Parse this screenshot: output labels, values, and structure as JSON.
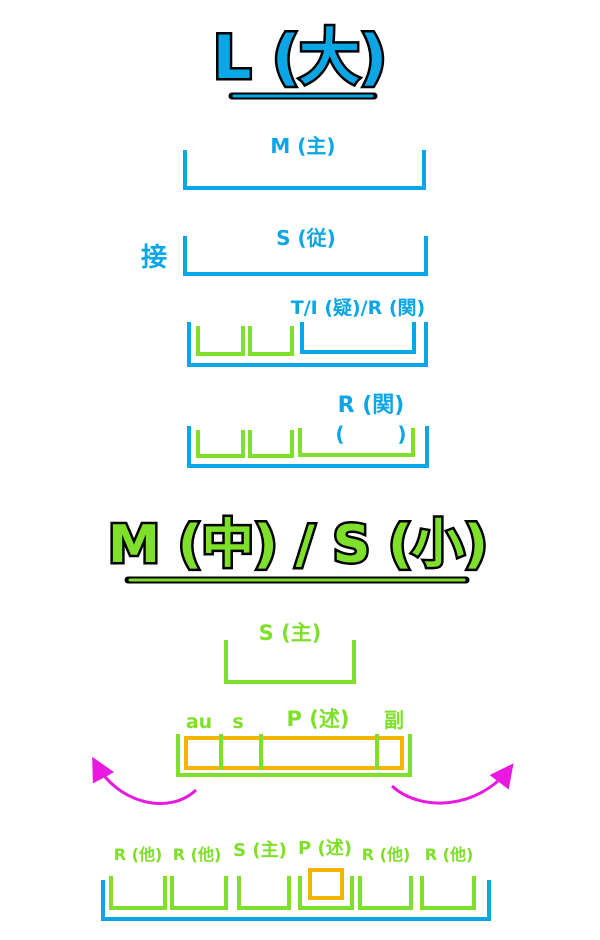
{
  "colors": {
    "blue": "#0aa6e6",
    "green": "#7ee02a",
    "orange": "#f5b400",
    "magenta": "#e81ae0",
    "black": "#000000"
  },
  "section_large": {
    "title": "L (大)",
    "row1_label": "M (主)",
    "row2_side": "接",
    "row2_label": "S (従)",
    "row3_label": "T/I (疑)/R (関)",
    "row4_label": "R (関)",
    "row4_paren_open": "(",
    "row4_paren_close": ")"
  },
  "section_medium": {
    "title": "M (中) / S (小)",
    "subject_label": "S (主)",
    "row_labels": [
      "au",
      "s",
      "P (述)",
      "副"
    ],
    "bottom_labels": [
      "R (他)",
      "R (他)",
      "S (主)",
      "P (述)",
      "R (他)",
      "R (他)"
    ]
  }
}
